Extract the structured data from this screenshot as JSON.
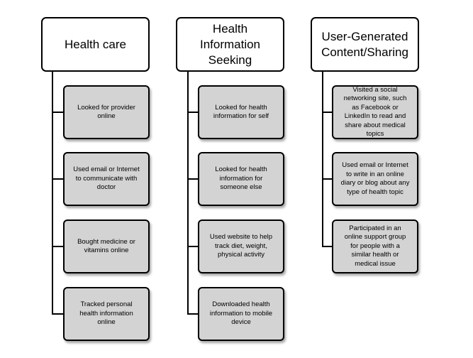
{
  "columns": [
    {
      "title": "Health care",
      "items": [
        "Looked for provider online",
        "Used email or Internet to communicate with doctor",
        "Bought medicine or vitamins online",
        "Tracked personal health information online"
      ]
    },
    {
      "title": "Health Information Seeking",
      "items": [
        "Looked for health information for self",
        "Looked for health information for someone else",
        "Used website to help track diet, weight, physical activity",
        "Downloaded health information to mobile device"
      ]
    },
    {
      "title": "User-Generated Content/Sharing",
      "items": [
        "Visited a social networking site, such as Facebook or LinkedIn to read and share about medical topics",
        "Used email or Internet to write in an online diary or blog about any type of health topic",
        "Participated in an online support group for people with a similar health or medical issue"
      ]
    }
  ],
  "colors": {
    "header_fill": "#ffffff",
    "item_fill": "#d3d3d3",
    "stroke": "#000000"
  }
}
